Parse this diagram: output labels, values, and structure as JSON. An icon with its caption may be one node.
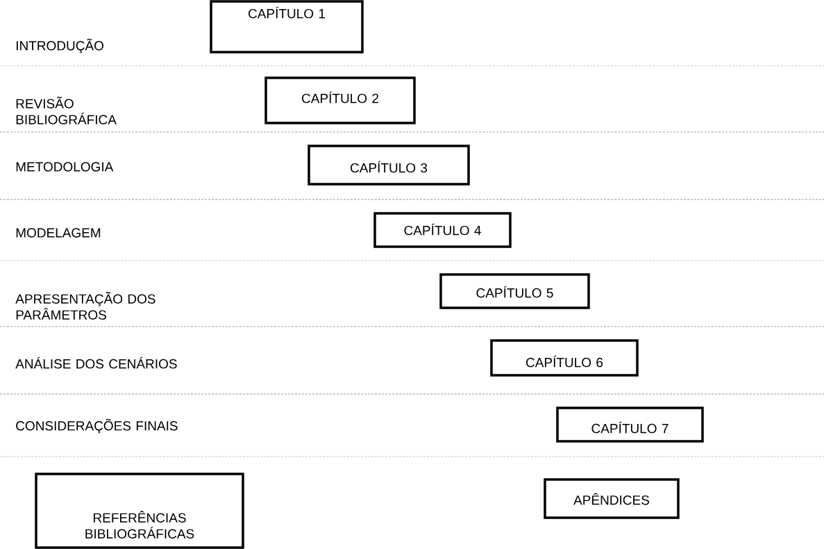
{
  "diagram": {
    "nodes": [
      {
        "text": [
          "CAPÍTULO 1"
        ]
      },
      {
        "text": [
          "CAPÍTULO 2"
        ]
      },
      {
        "text": [
          "CAPÍTULO 3"
        ]
      },
      {
        "text": [
          "CAPÍTULO 4"
        ]
      },
      {
        "text": [
          "CAPÍTULO 5"
        ]
      },
      {
        "text": [
          "CAPÍTULO 6"
        ]
      },
      {
        "text": [
          "CAPÍTULO 7"
        ]
      },
      {
        "text": [
          "REFERÊNCIAS BIBLIOGRÁFICAS"
        ]
      },
      {
        "text": [
          "APÊNDICES"
        ]
      }
    ],
    "labels": [
      "INTRODUÇÃO",
      "REVISÃO BIBLIOGRÁFICA",
      "METODOLOGIA",
      "MODELAGEM",
      "APRESENTAÇÃO DOS PARÂMETROS",
      "ANÁLISE DOS CENÁRIOS",
      "CONSIDERAÇÕES FINAIS"
    ]
  }
}
